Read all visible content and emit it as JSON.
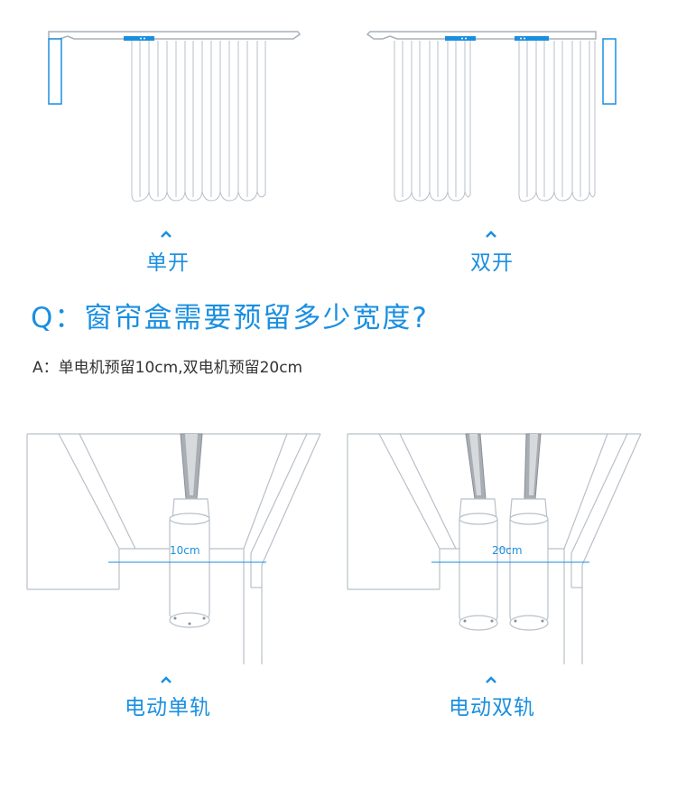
{
  "colors": {
    "accent": "#1a8fe0",
    "line": "#b9c0c8",
    "text": "#333333"
  },
  "top": {
    "single_label": "单开",
    "double_label": "双开",
    "arrow_icon": "chevron-up-icon"
  },
  "qa": {
    "question": "Q：窗帘盒需要预留多少宽度?",
    "answer": "A：单电机预留10cm,双电机预留20cm"
  },
  "bottom": {
    "single_dim": "10cm",
    "double_dim": "20cm",
    "single_label": "电动单轨",
    "double_label": "电动双轨",
    "arrow_icon": "chevron-up-icon"
  }
}
